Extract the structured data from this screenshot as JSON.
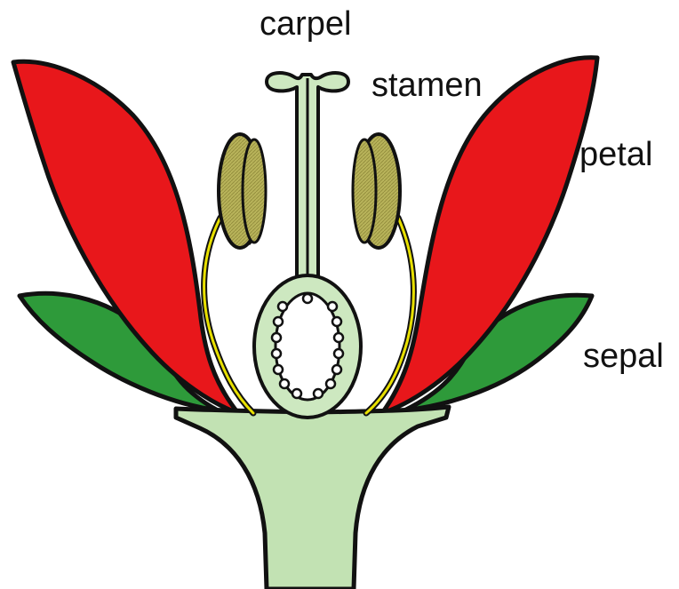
{
  "labels": {
    "carpel": "carpel",
    "stamen": "stamen",
    "petal": "petal",
    "sepal": "sepal"
  },
  "colors": {
    "petal": "#e8171b",
    "sepal": "#2e9a3a",
    "receptacle": "#c2e2b3",
    "carpel": "#cde8c0",
    "anther": "#b8b35a",
    "filament": "#e8e000",
    "outline": "#111111",
    "background": "#ffffff"
  }
}
